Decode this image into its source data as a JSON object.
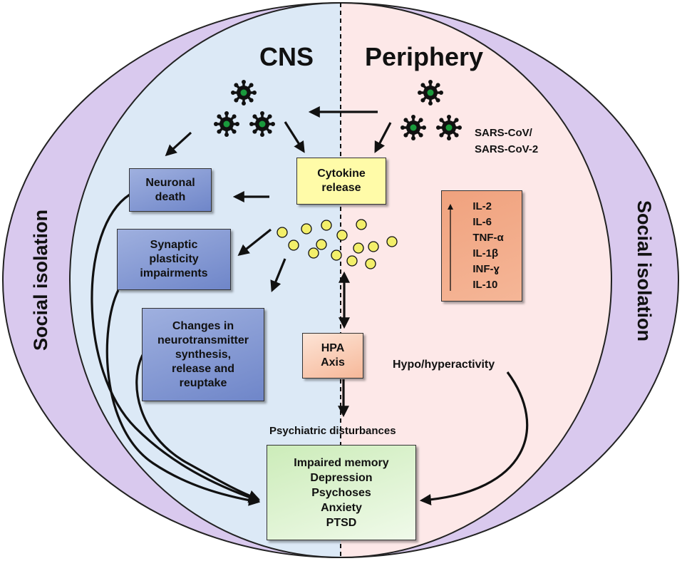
{
  "regions": {
    "left_header": "CNS",
    "right_header": "Periphery",
    "outer_label_left": "Social isolation",
    "outer_label_right": "Social isolation"
  },
  "virus_label": {
    "line1": "SARS-CoV/",
    "line2": "SARS-CoV-2"
  },
  "boxes": {
    "neuronal_death": [
      "Neuronal",
      "death"
    ],
    "synaptic": [
      "Synaptic",
      "plasticity",
      "impairments"
    ],
    "neurotransmitter": [
      "Changes in",
      "neurotransmitter",
      "synthesis,",
      "release and",
      "reuptake"
    ],
    "cytokine_release": [
      "Cytokine",
      "release"
    ],
    "hpa_axis": [
      "HPA",
      "Axis"
    ],
    "cytokines": [
      "IL-2",
      "IL-6",
      "TNF-α",
      "IL-1β",
      "INF-ɣ",
      "IL-10"
    ],
    "disorders": [
      "Impaired memory",
      "Depression",
      "Psychoses",
      "Anxiety",
      "PTSD"
    ]
  },
  "labels": {
    "hypo_hyper": "Hypo/hyperactivity",
    "psychiatric": "Psychiatric disturbances"
  },
  "colors": {
    "social_ring": "#d9c9ee",
    "cns_fill": "#dce9f6",
    "periphery_fill": "#fde8e8",
    "neuron_boxes": "#7d93cf",
    "cytokine_box": "#fffba8",
    "hpa_box": "#f9cdb4",
    "disorder_box": "#d6f0c6",
    "cytokine_list_box": "#f3ab88",
    "virus_core": "#1a9a3c",
    "cytokine_dot": "#f3ef6a"
  }
}
